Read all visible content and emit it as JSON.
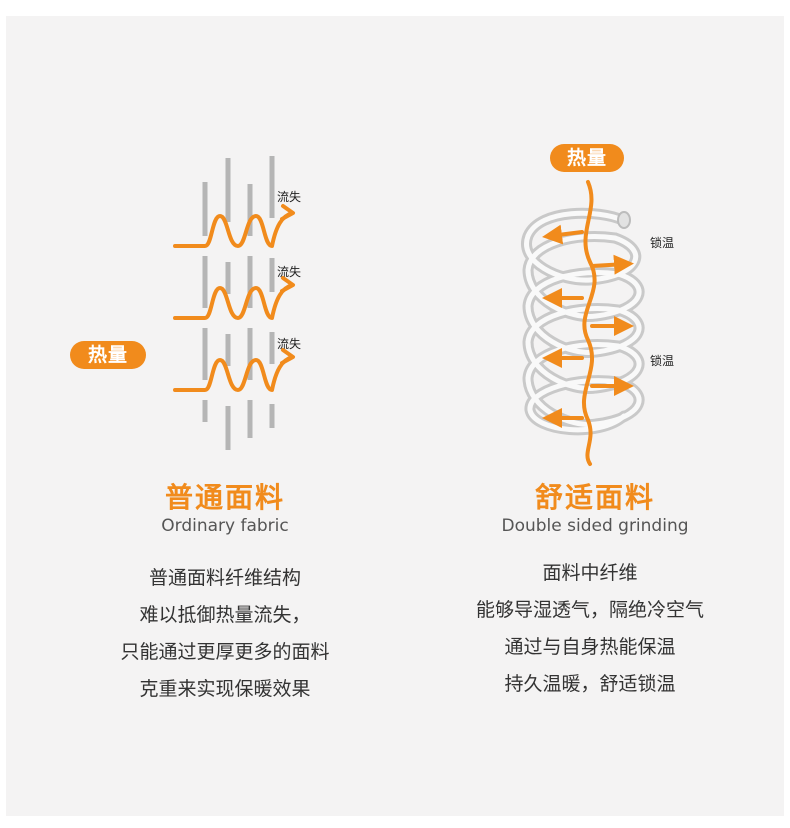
{
  "colors": {
    "accent": "#f18b1c",
    "fiber": "#b5b5b5",
    "coil": "#c9c9c9",
    "background": "#f4f3f3"
  },
  "left": {
    "heat_label": "热量",
    "loss_labels": [
      "流失",
      "流失",
      "流失"
    ],
    "title": "普通面料",
    "subtitle": "Ordinary fabric",
    "description": [
      "普通面料纤维结构",
      "难以抵御热量流失，",
      "只能通过更厚更多的面料",
      "克重来实现保暖效果"
    ]
  },
  "right": {
    "heat_label": "热量",
    "lock_labels": [
      "锁温",
      "锁温"
    ],
    "title": "舒适面料",
    "subtitle": "Double sided grinding",
    "description": [
      "面料中纤维",
      "能够导湿透气，隔绝冷空气",
      "通过与自身热能保温",
      "持久温暖，舒适锁温"
    ]
  }
}
